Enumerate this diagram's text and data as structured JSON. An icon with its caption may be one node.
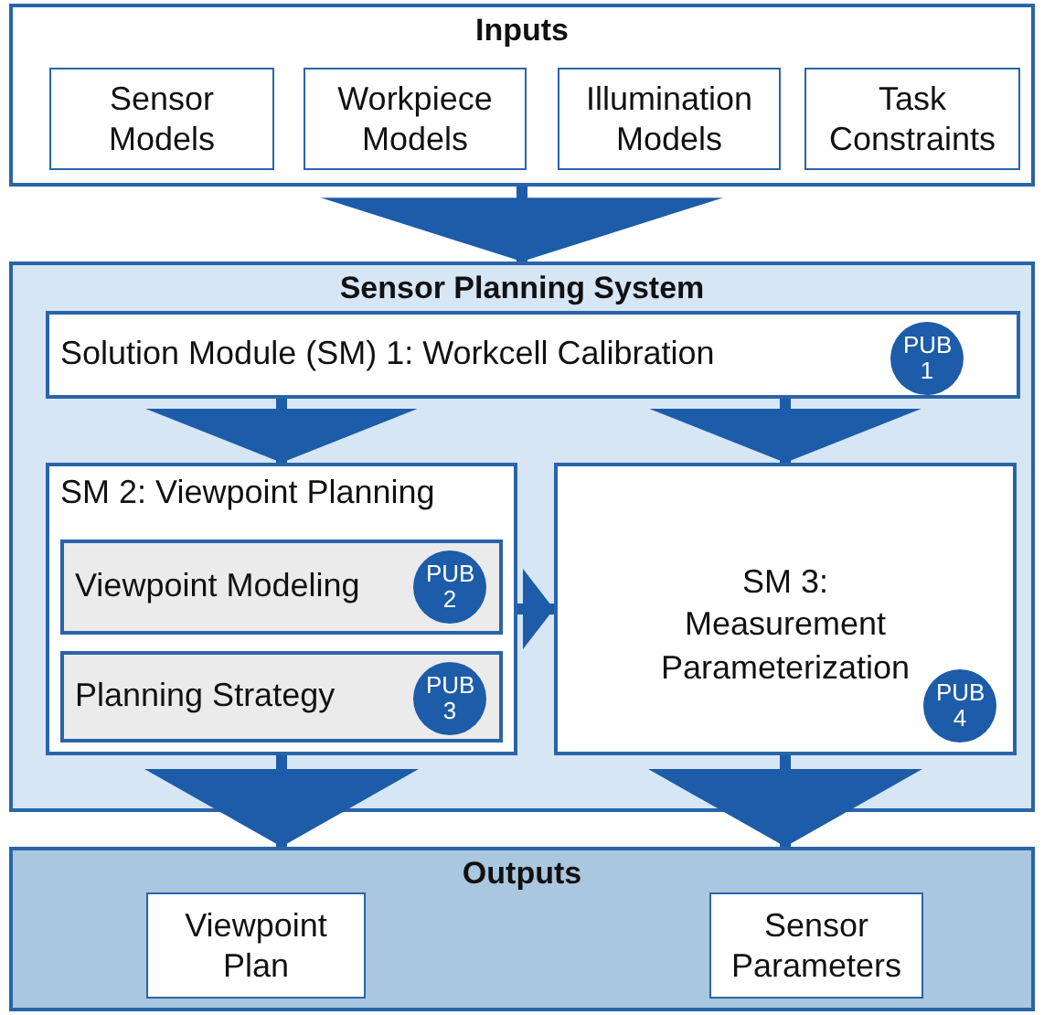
{
  "diagram": {
    "nodes": [
      {
        "text": [
          "Inputs"
        ]
      },
      {
        "text": [
          "Sensor Models"
        ],
        "in": 0
      },
      {
        "text": [
          "Workpiece Models"
        ],
        "in": 0
      },
      {
        "text": [
          "Illumination Models"
        ],
        "in": 0
      },
      {
        "text": [
          "Task Constraints"
        ],
        "in": 0
      },
      {
        "text": [
          "Sensor Planning System"
        ]
      },
      {
        "text": [
          "Solution Module (SM) 1: Workcell Calibration"
        ],
        "in": 5
      },
      {
        "text": [
          "PUB 1"
        ],
        "in": 6
      },
      {
        "text": [
          "SM 2: Viewpoint Planning"
        ],
        "in": 5
      },
      {
        "text": [
          "Viewpoint Modeling"
        ],
        "in": 8
      },
      {
        "text": [
          "PUB 2"
        ],
        "in": 9
      },
      {
        "text": [
          "Planning Strategy"
        ],
        "in": 8
      },
      {
        "text": [
          "PUB 3"
        ],
        "in": 11
      },
      {
        "text": [
          "SM 3: Measurement Parameterization"
        ],
        "in": 5
      },
      {
        "text": [
          "PUB 4"
        ],
        "in": 13
      },
      {
        "text": [
          "Outputs"
        ]
      },
      {
        "text": [
          "Viewpoint Plan"
        ],
        "in": 15
      },
      {
        "text": [
          "Sensor Parameters"
        ],
        "in": 15
      }
    ],
    "edges": [
      {
        "from": 0,
        "to": 5,
        "arrow": "to"
      },
      {
        "from": 6,
        "to": 8,
        "arrow": "to"
      },
      {
        "from": 6,
        "to": 13,
        "arrow": "to"
      },
      {
        "from": 8,
        "to": 13,
        "arrow": "to"
      },
      {
        "from": 8,
        "to": 15,
        "arrow": "to"
      },
      {
        "from": 13,
        "to": 15,
        "arrow": "to"
      }
    ]
  }
}
